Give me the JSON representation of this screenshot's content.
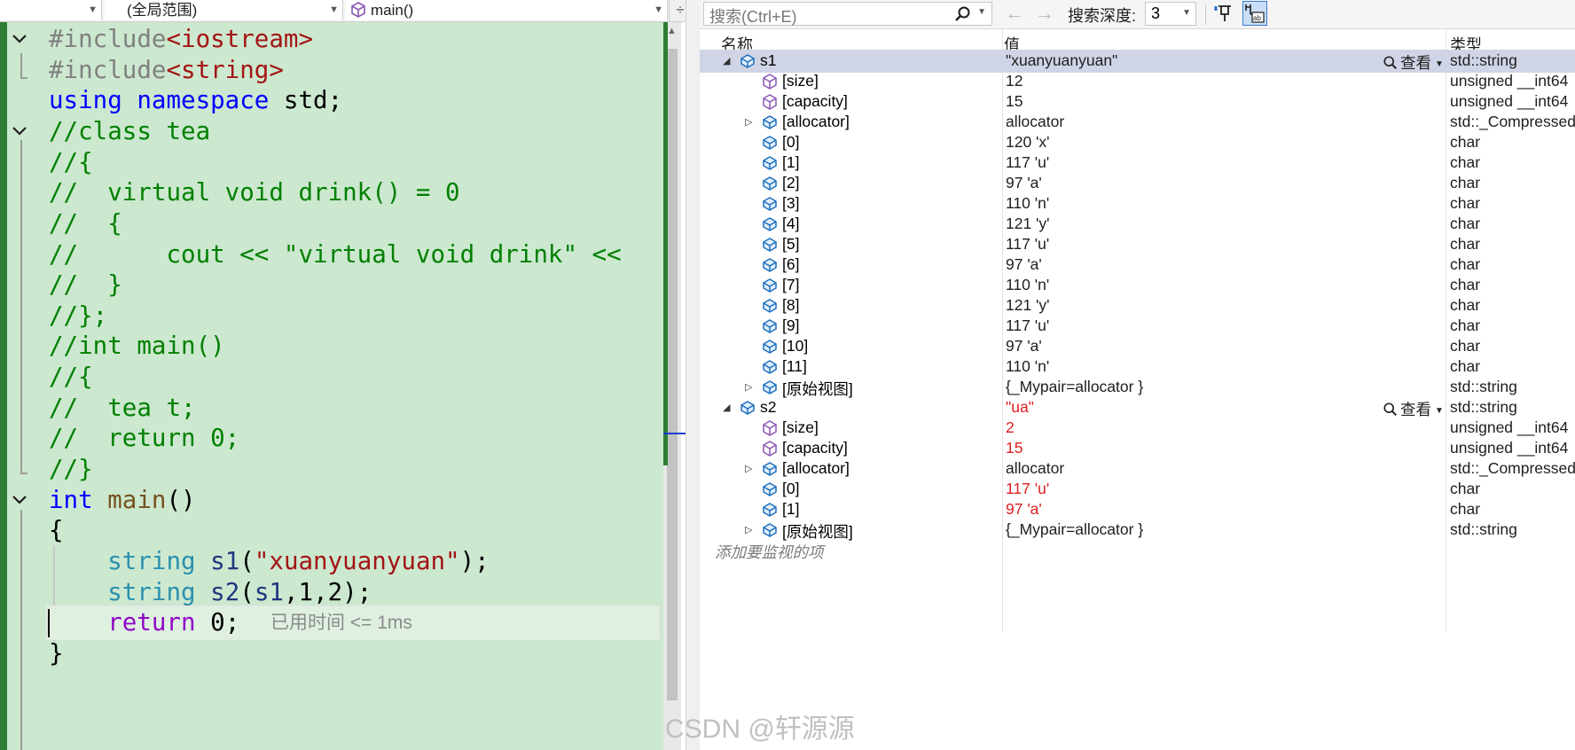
{
  "editor": {
    "nav": {
      "scope_label": "(全局范围)",
      "member_label": "main()"
    },
    "code_lines": [
      "#include<iostream>",
      "#include<string>",
      "using namespace std;",
      "//class tea",
      "//{",
      "//  virtual void drink() = 0",
      "//  {",
      "//      cout << \"virtual void drink\" <<",
      "//  }",
      "//};",
      "//int main()",
      "//{",
      "//  tea t;",
      "//  return 0;",
      "//}",
      "int main()",
      "{",
      "    string s1(\"xuanyuanyuan\");",
      "    string s2(s1,1,2);",
      "    return 0;",
      "}"
    ],
    "perf_tip": "已用时间 <= 1ms"
  },
  "watch": {
    "toolbar": {
      "search_placeholder": "搜索(Ctrl+E)",
      "depth_label": "搜索深度:",
      "depth_value": "3"
    },
    "columns": {
      "name": "名称",
      "value": "值",
      "type": "类型"
    },
    "viewer_label": "查看",
    "rows": [
      {
        "name": "s1",
        "value": "\"xuanyuanyuan\"",
        "type": "std::string",
        "icon": "object-icon",
        "level": 0,
        "expanded": true,
        "viewer": true
      },
      {
        "name": "[size]",
        "value": "12",
        "type": "unsigned __int64",
        "icon": "property-icon",
        "level": 1
      },
      {
        "name": "[capacity]",
        "value": "15",
        "type": "unsigned __int64",
        "icon": "property-icon",
        "level": 1
      },
      {
        "name": "[allocator]",
        "value": "allocator",
        "type": "std::_Compressed_pair",
        "icon": "object-icon",
        "level": 1,
        "collapsed": true
      },
      {
        "name": "[0]",
        "value": "120 'x'",
        "type": "char",
        "icon": "object-icon",
        "level": 1
      },
      {
        "name": "[1]",
        "value": "117 'u'",
        "type": "char",
        "icon": "object-icon",
        "level": 1
      },
      {
        "name": "[2]",
        "value": "97 'a'",
        "type": "char",
        "icon": "object-icon",
        "level": 1
      },
      {
        "name": "[3]",
        "value": "110 'n'",
        "type": "char",
        "icon": "object-icon",
        "level": 1
      },
      {
        "name": "[4]",
        "value": "121 'y'",
        "type": "char",
        "icon": "object-icon",
        "level": 1
      },
      {
        "name": "[5]",
        "value": "117 'u'",
        "type": "char",
        "icon": "object-icon",
        "level": 1
      },
      {
        "name": "[6]",
        "value": "97 'a'",
        "type": "char",
        "icon": "object-icon",
        "level": 1
      },
      {
        "name": "[7]",
        "value": "110 'n'",
        "type": "char",
        "icon": "object-icon",
        "level": 1
      },
      {
        "name": "[8]",
        "value": "121 'y'",
        "type": "char",
        "icon": "object-icon",
        "level": 1
      },
      {
        "name": "[9]",
        "value": "117 'u'",
        "type": "char",
        "icon": "object-icon",
        "level": 1
      },
      {
        "name": "[10]",
        "value": "97 'a'",
        "type": "char",
        "icon": "object-icon",
        "level": 1
      },
      {
        "name": "[11]",
        "value": "110 'n'",
        "type": "char",
        "icon": "object-icon",
        "level": 1
      },
      {
        "name": "[原始视图]",
        "value": "{_Mypair=allocator }",
        "type": "std::string",
        "icon": "object-icon",
        "level": 1,
        "collapsed": true
      },
      {
        "name": "s2",
        "value": "\"ua\"",
        "type": "std::string",
        "icon": "object-icon",
        "level": 0,
        "expanded": true,
        "viewer": true,
        "changed": true
      },
      {
        "name": "[size]",
        "value": "2",
        "type": "unsigned __int64",
        "icon": "property-icon",
        "level": 1,
        "changed": true
      },
      {
        "name": "[capacity]",
        "value": "15",
        "type": "unsigned __int64",
        "icon": "property-icon",
        "level": 1,
        "changed": true
      },
      {
        "name": "[allocator]",
        "value": "allocator",
        "type": "std::_Compressed_pair",
        "icon": "object-icon",
        "level": 1,
        "collapsed": true
      },
      {
        "name": "[0]",
        "value": "117 'u'",
        "type": "char",
        "icon": "object-icon",
        "level": 1,
        "changed": true
      },
      {
        "name": "[1]",
        "value": "97 'a'",
        "type": "char",
        "icon": "object-icon",
        "level": 1,
        "changed": true
      },
      {
        "name": "[原始视图]",
        "value": "{_Mypair=allocator }",
        "type": "std::string",
        "icon": "object-icon",
        "level": 1,
        "collapsed": true
      }
    ],
    "add_watch_placeholder": "添加要监视的项"
  },
  "watermark": "CSDN @轩源源",
  "colors": {
    "editor_bg": "#cce8cf",
    "keyword": "#0000ff",
    "comment": "#008000",
    "string": "#a31515",
    "type": "#2b91af",
    "changed_value": "#e01e1e",
    "selected_row": "#cfd5e6"
  }
}
